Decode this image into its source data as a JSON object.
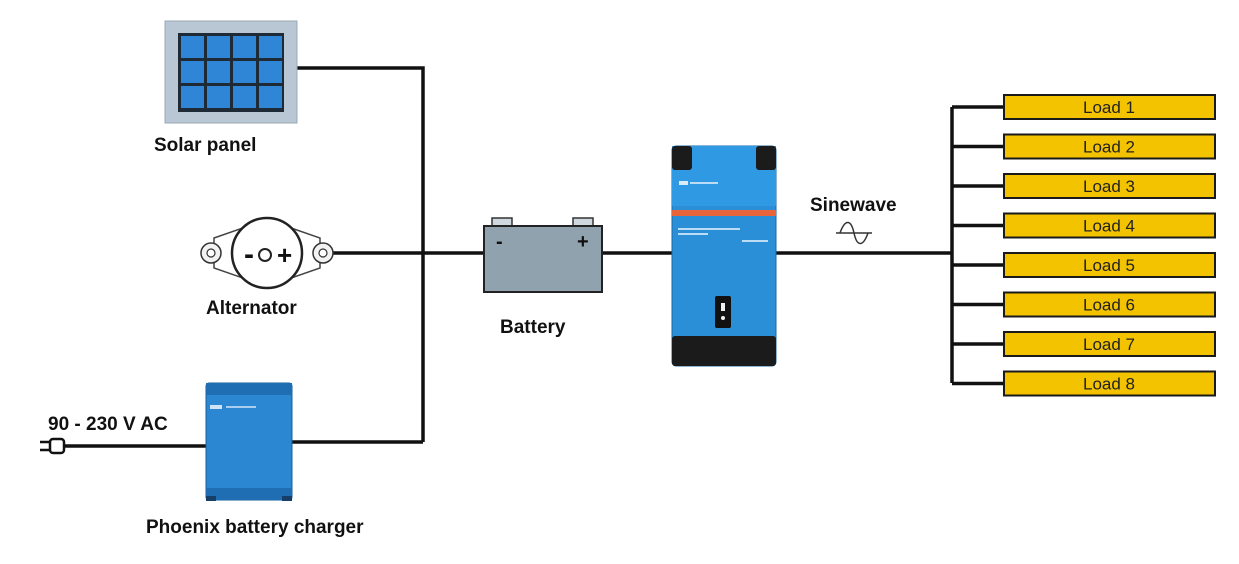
{
  "labels": {
    "solar_panel": "Solar panel",
    "alternator": "Alternator",
    "charger": "Phoenix battery charger",
    "ac_input": "90 - 230 V AC",
    "battery": "Battery",
    "battery_minus": "-",
    "battery_plus": "+",
    "alternator_minus": "-",
    "alternator_plus": "+",
    "output": "Sinewave"
  },
  "loads": [
    {
      "label": "Load 1"
    },
    {
      "label": "Load 2"
    },
    {
      "label": "Load 3"
    },
    {
      "label": "Load 4"
    },
    {
      "label": "Load 5"
    },
    {
      "label": "Load 6"
    },
    {
      "label": "Load 7"
    },
    {
      "label": "Load 8"
    }
  ],
  "colors": {
    "wire": "#111111",
    "solar_cell": "#2f86d6",
    "solar_frame": "#b9c6d3",
    "battery_body": "#8fa2ae",
    "inverter_body": "#2a8fd6",
    "inverter_stripe": "#e8643a",
    "charger_body": "#2b87d1",
    "load_fill": "#f3c300",
    "load_border": "#1a1a1a"
  }
}
